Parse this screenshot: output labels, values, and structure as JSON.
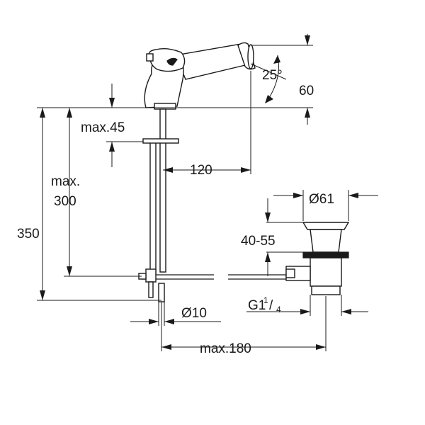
{
  "dimensions": {
    "angle": "25°",
    "height_top": "60",
    "max_45": "max.45",
    "reach": "120",
    "max_300_line1": "max.",
    "max_300_line2": "300",
    "total_height": "350",
    "waste_diameter": "Ø61",
    "waste_range": "40-55",
    "thread_main": "G1",
    "thread_num": "1",
    "thread_den": "4",
    "rod_diameter": "Ø10",
    "max_180": "max.180"
  }
}
